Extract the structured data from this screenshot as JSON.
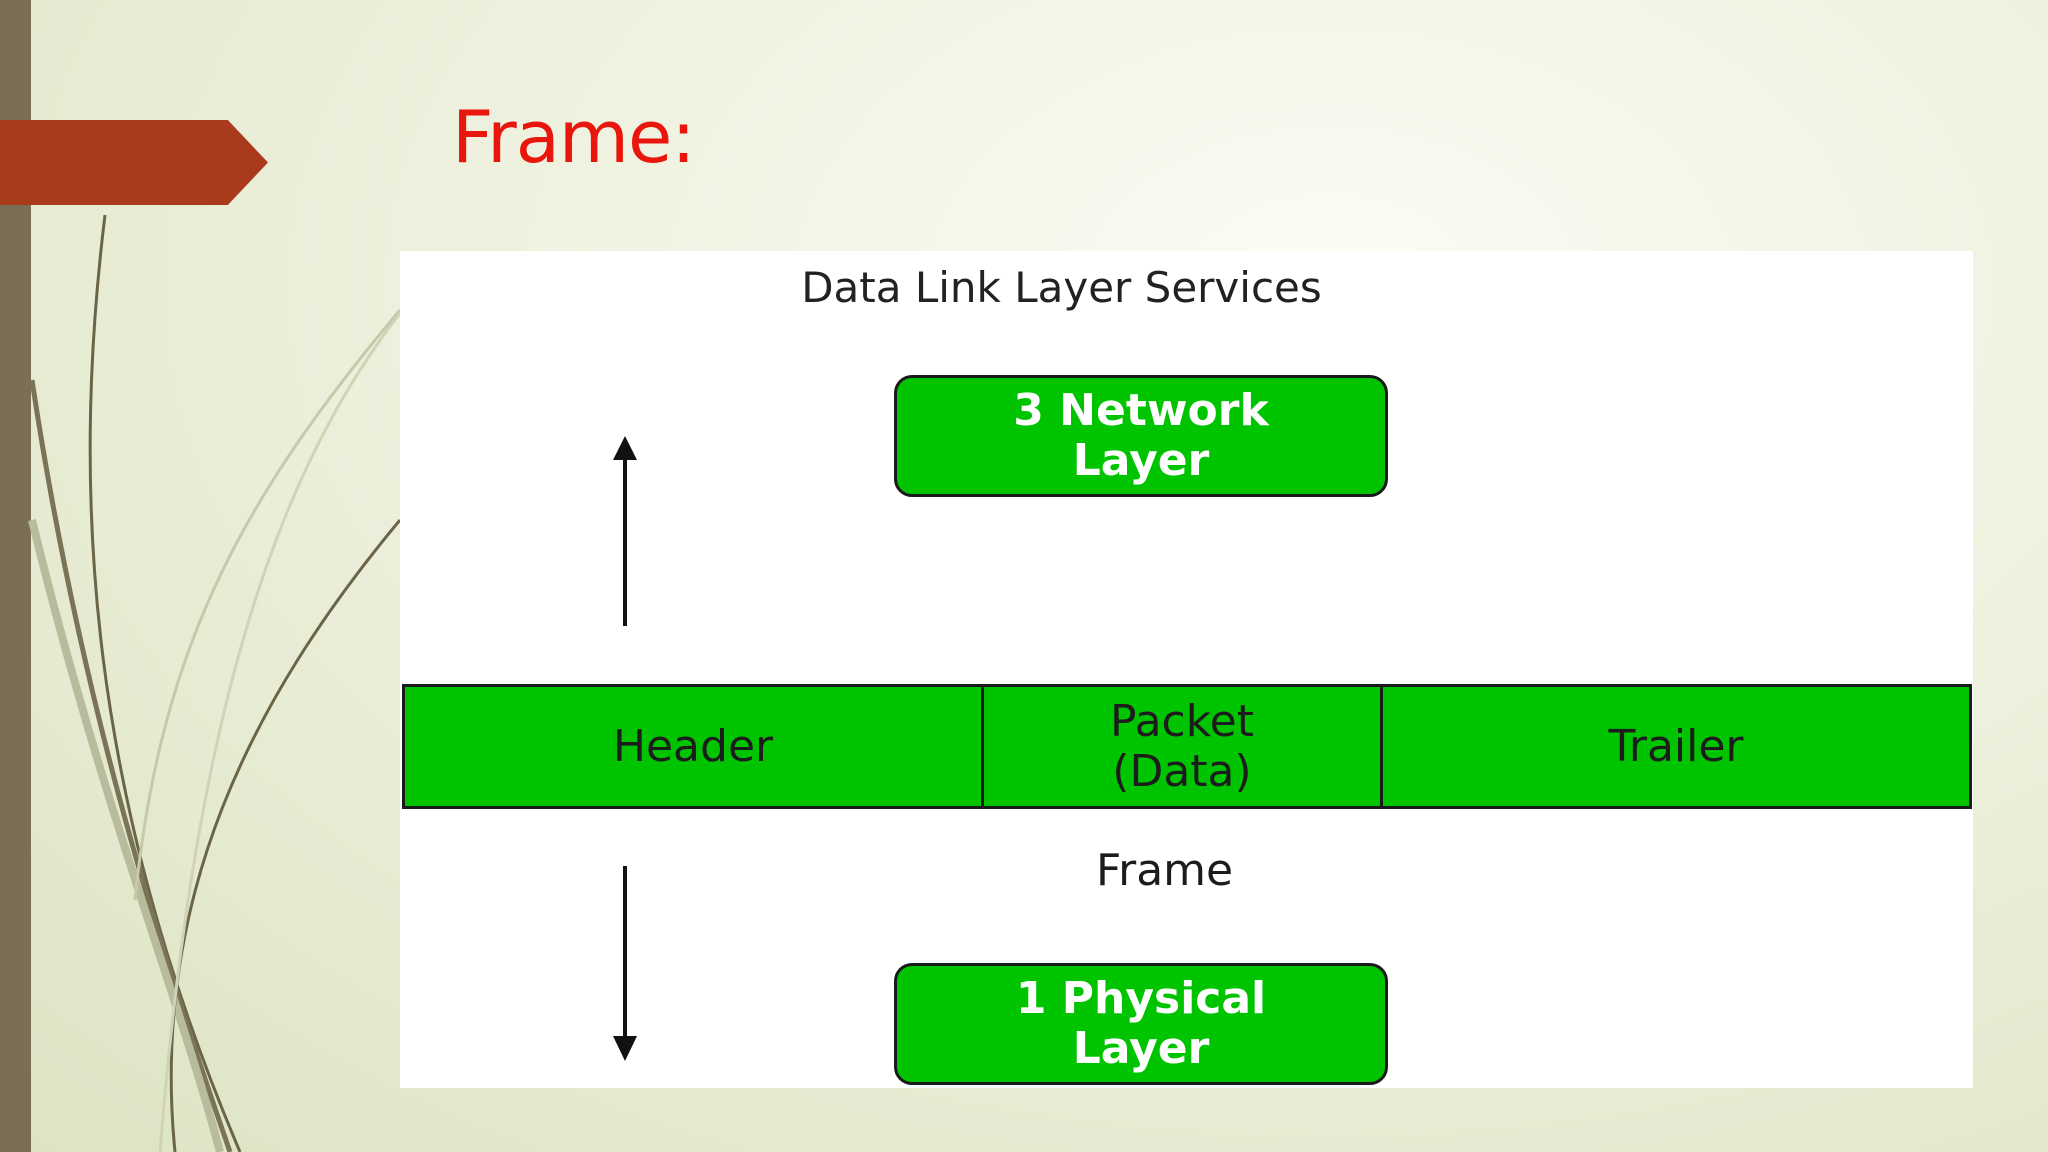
{
  "slide": {
    "title": "Frame:"
  },
  "diagram": {
    "title": "Data Link Layer Services",
    "network_layer": "3 Network\nLayer",
    "physical_layer": "1 Physical\nLayer",
    "frame": {
      "header": "Header",
      "packet": "Packet\n(Data)",
      "trailer": "Trailer",
      "label": "Frame"
    }
  },
  "colors": {
    "title": "#e8160c",
    "accent_arrow": "#a93a1c",
    "box_green": "#00c400",
    "left_bar": "#7a6f55"
  },
  "icons": {
    "up_arrow": "arrow-up-icon",
    "down_arrow": "arrow-down-icon"
  }
}
